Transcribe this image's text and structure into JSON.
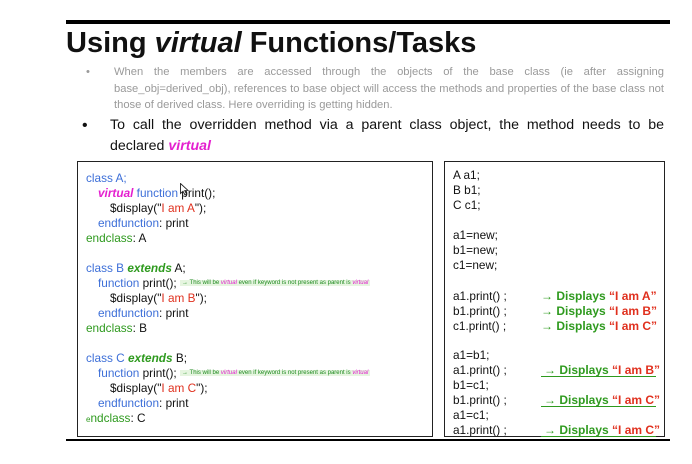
{
  "slide": {
    "title_prefix": "Using ",
    "title_italic": "virtual",
    "title_suffix": " Functions/Tasks",
    "bullet1": "When the members are accessed through the objects of the base class (ie after assigning base_obj=derived_obj), references to base object will access the methods and properties of the base class not those of derived class. Here overriding is getting hidden.",
    "bullet2_text": "To call the overridden method via a parent class object, the method needs to be declared ",
    "bullet2_keyword": "virtual"
  },
  "code_left": {
    "classA": {
      "l1": "class A;",
      "l2_kw": "virtual",
      "l2_fn": " function",
      "l2_rest": " print();",
      "l3_pre": "$display(\"",
      "l3_str": "I am A",
      "l3_post": "\");",
      "l4_kw": "endfunction",
      "l4_rest": ": print",
      "l5_kw": "endclass",
      "l5_rest": ": A"
    },
    "classB": {
      "l1_pre": "class B ",
      "l1_kw": "extends",
      "l1_post": " A;",
      "l2_fn": "function",
      "l2_rest": " print();",
      "note_arrow": "→",
      "note_a": " This will be ",
      "note_v": "virtual",
      "note_b": " even if keyword is not present as parent is ",
      "note_v2": "virtual",
      "l3_pre": "$display(\"",
      "l3_str": "I am B",
      "l3_post": "\");",
      "l4_kw": "endfunction",
      "l4_rest": ": print",
      "l5_kw": "endclass",
      "l5_rest": ": B"
    },
    "classC": {
      "l1_pre": "class C ",
      "l1_kw": "extends",
      "l1_post": " B;",
      "l2_fn": "function",
      "l2_rest": " print();",
      "note_arrow": "→",
      "note_a": " This will be ",
      "note_v": "virtual",
      "note_b": " even if keyword is not present as parent is ",
      "note_v2": "virtual",
      "l3_pre": "$display(\"",
      "l3_str": "I am C",
      "l3_post": "\");",
      "l4_kw": "endfunction",
      "l4_rest": ": print",
      "l5_kw": "endclass",
      "l5_pre": "e",
      "l5_rest2": "ndclass",
      "l5_rest": ": C"
    }
  },
  "code_right": {
    "decl": [
      "A a1;",
      "B b1;",
      "C c1;"
    ],
    "news": [
      "a1=new;",
      "b1=new;",
      "c1=new;"
    ],
    "calls": [
      "a1.print() ;",
      "b1.print() ;",
      "c1.print() ;"
    ],
    "assigns": [
      "a1=b1;",
      "a1.print() ;",
      "b1=c1;",
      "b1.print() ;",
      "a1=c1;",
      "a1.print() ;"
    ]
  },
  "results": {
    "arrow": "→",
    "label": " Displays ",
    "r1": "“I am A”",
    "r2": "“I am B”",
    "r3": "“I am C”",
    "r4": "“I am B”",
    "r5": "“I am C”",
    "r6": "“I am C”"
  },
  "colors": {
    "keyword_virtual": "#e41fcf",
    "keyword_function": "#3d6fd8",
    "keyword_end": "#2e9a1e",
    "string": "#e0301e"
  }
}
